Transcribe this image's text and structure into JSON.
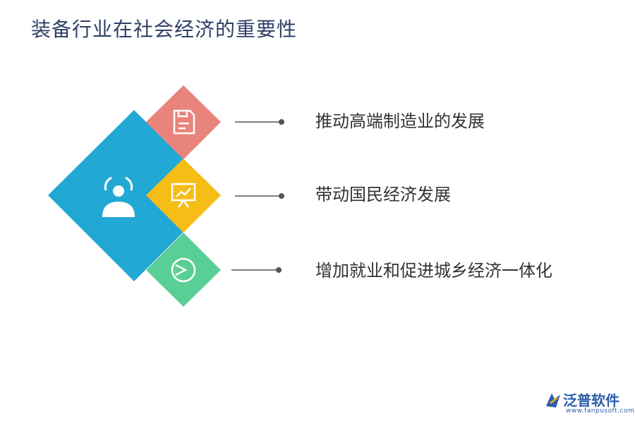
{
  "title": "装备行业在社会经济的重要性",
  "colors": {
    "center": "#22a8d4",
    "item1": "#e8847c",
    "item2": "#f6bd16",
    "item3": "#5acf95",
    "connector": "#555555"
  },
  "items": [
    {
      "label": "推动高端制造业的发展",
      "icon": "document-icon"
    },
    {
      "label": "带动国民经济发展",
      "icon": "presentation-chart-icon"
    },
    {
      "label": "增加就业和促进城乡经济一体化",
      "icon": "pie-chart-icon"
    }
  ],
  "center_icon": "user-icon",
  "logo": {
    "name": "泛普软件",
    "url": "www.fanpusoft.com"
  }
}
